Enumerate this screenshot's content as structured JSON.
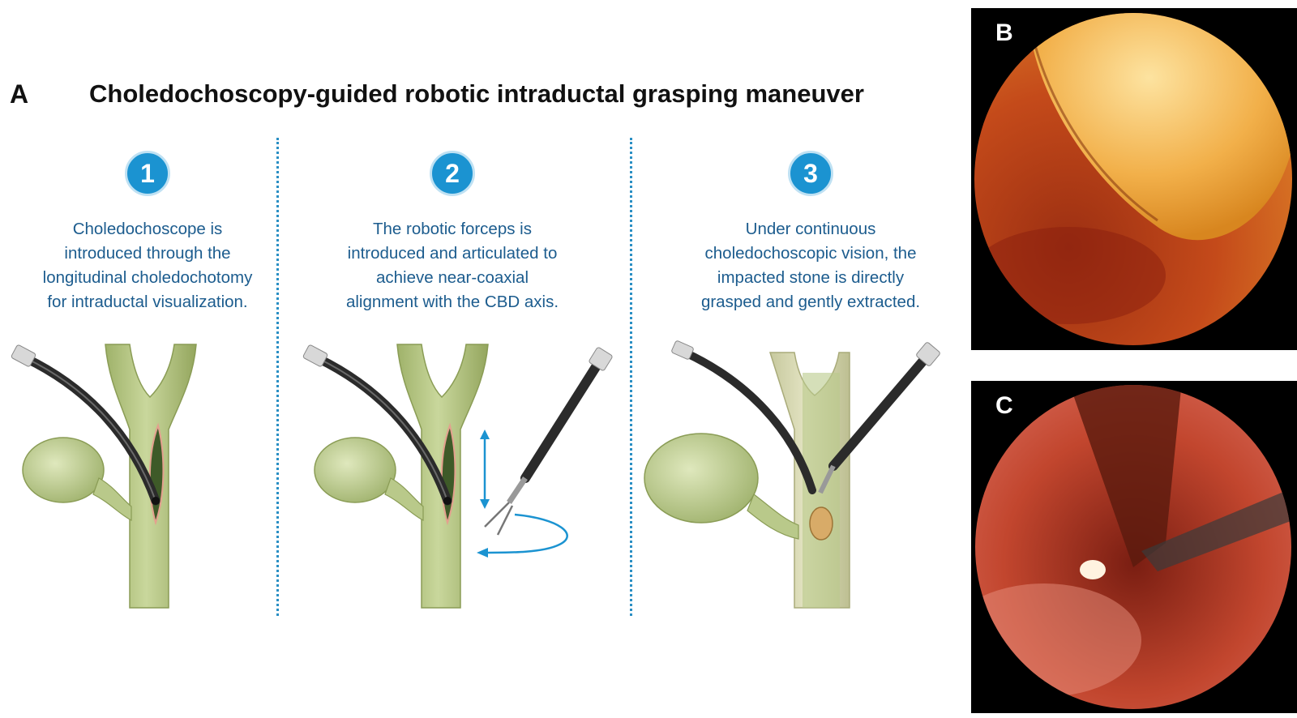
{
  "panel_a": {
    "letter": "A",
    "title": "Choledochoscopy-guided robotic intraductal grasping maneuver"
  },
  "steps": [
    {
      "number": "1",
      "lines": [
        "Choledochoscope is",
        "introduced through the",
        "longitudinal choledochotomy",
        "for intraductal visualization."
      ]
    },
    {
      "number": "2",
      "lines": [
        "The robotic forceps is",
        "introduced and articulated to",
        "achieve near-coaxial",
        "alignment with the CBD axis."
      ]
    },
    {
      "number": "3",
      "lines": [
        "Under continuous",
        "choledochoscopic vision, the",
        "impacted stone is directly",
        "grasped and gently extracted."
      ]
    }
  ],
  "panel_b": {
    "letter": "B"
  },
  "panel_c": {
    "letter": "C"
  },
  "colors": {
    "accent_blue": "#1b93d1",
    "text_blue": "#1c5c8e",
    "duct_green": "#b9c98a",
    "endoscope_black": "#2b2b2b"
  }
}
